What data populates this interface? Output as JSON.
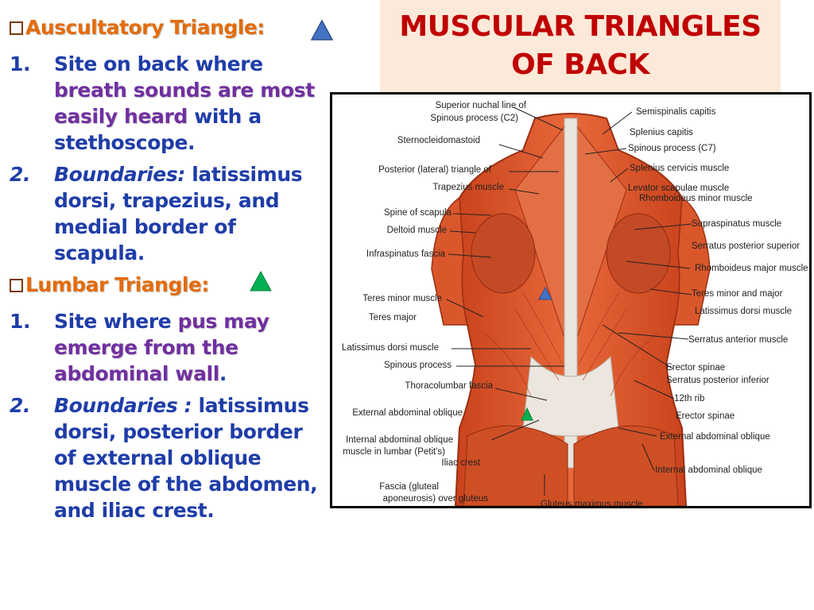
{
  "auscultatory": {
    "heading": "Auscultatory Triangle:",
    "item1": {
      "num": "1.",
      "pre": "Site  on back where ",
      "highlight": "breath sounds are most easily heard",
      "post": " with a stethoscope."
    },
    "item2": {
      "num": "2.",
      "label": "Boundaries:",
      "text": " latissimus dorsi, trapezius, and medial border of scapula."
    }
  },
  "lumbar": {
    "heading": "Lumbar Triangle:",
    "item1": {
      "num": "1.",
      "pre": "Site where ",
      "highlight": "pus may emerge from the abdominal wall",
      "post": "."
    },
    "item2": {
      "num": "2.",
      "label": "Boundaries :",
      "text": " latissimus dorsi, posterior border of external oblique muscle of the abdomen, and iliac crest."
    }
  },
  "title": {
    "line1": "MUSCULAR TRIANGLES",
    "line2": "OF BACK"
  },
  "figure": {
    "left_labels": [
      "Superior nuchal line of",
      "Spinous process (C2)",
      "Sternocleidomastoid",
      "Posterior (lateral) triangle of",
      "Trapezius muscle",
      "Spine of scapula",
      "Deltoid muscle",
      "Infraspinatus fascia",
      "Teres minor muscle",
      "Teres major",
      "Latissimus dorsi muscle",
      "Spinous process",
      "Thoracolumbar fascia",
      "External abdominal oblique",
      "Internal abdominal oblique",
      "muscle in lumbar (Petit's)",
      "Iliac crest",
      "Fascia (gluteal",
      "aponeurosis) over gluteus"
    ],
    "right_labels": [
      "Semispinalis capitis",
      "Splenius capitis",
      "Spinous process (C7)",
      "Splenius cervicis muscle",
      "Levator scapulae muscle",
      "Rhomboideus minor muscle",
      "Supraspinatus muscle",
      "Serratus posterior superior",
      "Rhomboideus major muscle",
      "Teres minor and major",
      "Latissimus dorsi muscle",
      "Serratus anterior muscle",
      "Erector spinae",
      "Serratus posterior inferior",
      "12th rib",
      "Erector spinae",
      "External abdominal oblique",
      "Internal abdominal oblique"
    ],
    "bottom_label": "Gluteus maximus muscle"
  },
  "colors": {
    "heading": "#e46c0a",
    "body": "#1f3da8",
    "highlight": "#7030a0",
    "title": "#c00000",
    "title_bg": "#fde9d9",
    "ausc_marker": "#4472c4",
    "lumbar_marker": "#00b050",
    "muscle": "#d9572b"
  },
  "icons": {
    "heading_bullet": "square-checkbox-icon",
    "ausc_marker": "blue-triangle-icon",
    "lumbar_marker": "green-triangle-icon"
  }
}
